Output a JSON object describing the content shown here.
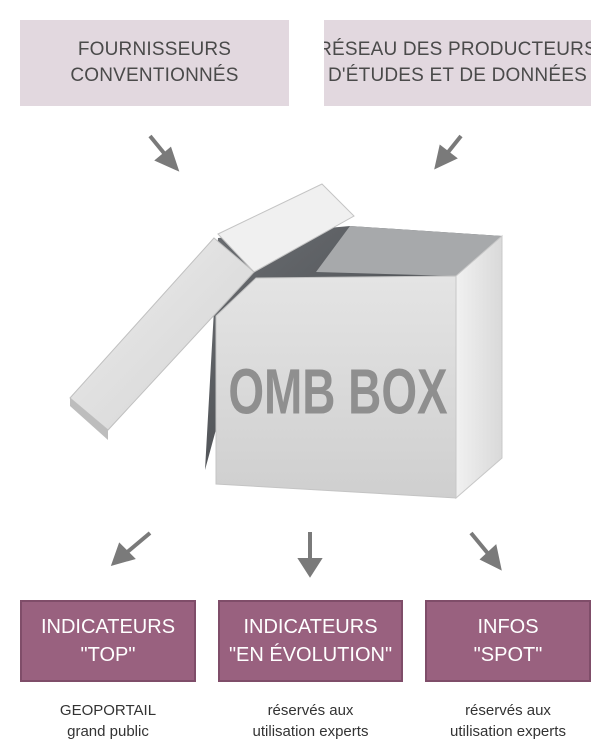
{
  "sources": {
    "left": {
      "lines": [
        "FOURNISSEURS",
        "CONVENTIONNÉS"
      ]
    },
    "right": {
      "lines": [
        "RÉSEAU DES PRODUCTEURS",
        "D'ÉTUDES ET DE DONNÉES"
      ]
    }
  },
  "box": {
    "label": "OMB BOX"
  },
  "outputs": [
    {
      "lines": [
        "INDICATEURS",
        "\"TOP\""
      ],
      "caption": [
        "GEOPORTAIL",
        "grand public"
      ]
    },
    {
      "lines": [
        "INDICATEURS",
        "\"EN ÉVOLUTION\""
      ],
      "caption": [
        "réservés aux",
        "utilisation experts"
      ]
    },
    {
      "lines": [
        "INFOS",
        "\"SPOT\""
      ],
      "caption": [
        "réservés aux",
        "utilisation experts"
      ]
    }
  ],
  "colors": {
    "source_box": "#e2d8df",
    "output_box": "#99617f",
    "arrow": "#7a7a7a",
    "box_label": "#8f8f8f"
  },
  "icons": [
    "arrow-down-right-icon",
    "arrow-down-left-icon",
    "arrow-down-icon"
  ]
}
